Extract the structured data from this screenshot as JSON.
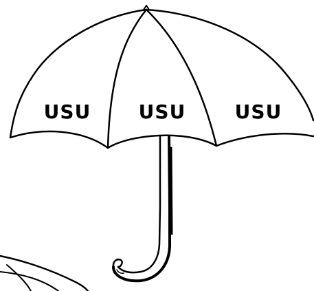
{
  "drawing": {
    "subject": "umbrella-line-drawing",
    "canopy_labels": [
      "USU",
      "USU",
      "USU"
    ]
  },
  "colors": {
    "background": "#ffffff",
    "ink": "#000000"
  }
}
